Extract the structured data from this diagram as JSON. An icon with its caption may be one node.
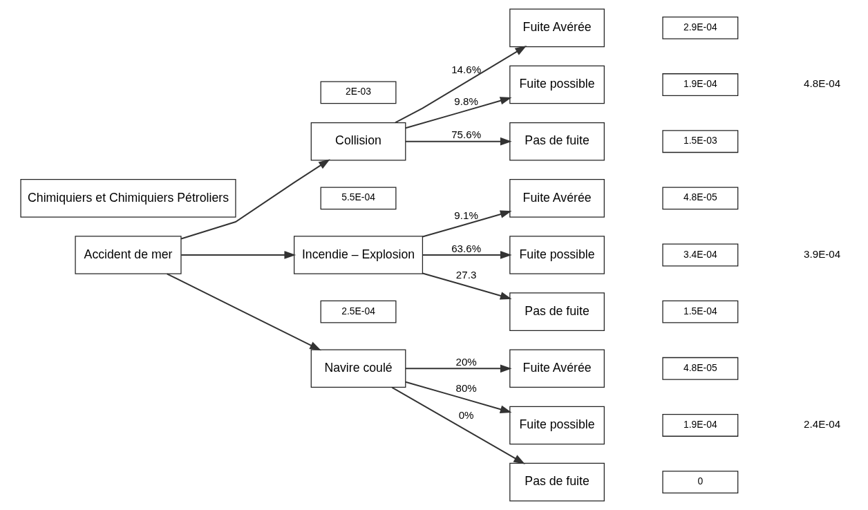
{
  "diagram": {
    "nodes": [
      {
        "text": [
          "Chimiquiers et Chimiquiers Pétroliers"
        ]
      },
      {
        "text": [
          "Accident de mer"
        ]
      },
      {
        "text": [
          "2E-03"
        ]
      },
      {
        "text": [
          "Collision"
        ]
      },
      {
        "text": [
          "5.5E-04"
        ]
      },
      {
        "text": [
          "Incendie – Explosion"
        ]
      },
      {
        "text": [
          "2.5E-04"
        ]
      },
      {
        "text": [
          "Navire coulé"
        ]
      },
      {
        "text": [
          "Fuite Avérée"
        ]
      },
      {
        "text": [
          "2.9E-04"
        ]
      },
      {
        "text": [
          "Fuite possible"
        ]
      },
      {
        "text": [
          "1.9E-04"
        ]
      },
      {
        "text": [
          "Pas de fuite"
        ]
      },
      {
        "text": [
          "1.5E-03"
        ]
      },
      {
        "text": [
          "Fuite Avérée"
        ]
      },
      {
        "text": [
          "4.8E-05"
        ]
      },
      {
        "text": [
          "Fuite possible"
        ]
      },
      {
        "text": [
          "3.4E-04"
        ]
      },
      {
        "text": [
          "Pas de fuite"
        ]
      },
      {
        "text": [
          "1.5E-04"
        ]
      },
      {
        "text": [
          "Fuite Avérée"
        ]
      },
      {
        "text": [
          "4.8E-05"
        ]
      },
      {
        "text": [
          "Fuite possible"
        ]
      },
      {
        "text": [
          "1.9E-04"
        ]
      },
      {
        "text": [
          "Pas de fuite"
        ]
      },
      {
        "text": [
          "0"
        ]
      }
    ],
    "edges": [
      {
        "from": 1,
        "to": 3,
        "arrow": "to"
      },
      {
        "from": 1,
        "to": 5,
        "arrow": "to"
      },
      {
        "from": 1,
        "to": 7,
        "arrow": "to"
      },
      {
        "from": 3,
        "to": 8,
        "arrow": "to",
        "label": "14.6%"
      },
      {
        "from": 3,
        "to": 10,
        "arrow": "to",
        "label": "9.8%"
      },
      {
        "from": 3,
        "to": 12,
        "arrow": "to",
        "label": "75.6%"
      },
      {
        "from": 5,
        "to": 14,
        "arrow": "to",
        "label": "9.1%"
      },
      {
        "from": 5,
        "to": 16,
        "arrow": "to",
        "label": "63.6%"
      },
      {
        "from": 5,
        "to": 18,
        "arrow": "to",
        "label": "27.3"
      },
      {
        "from": 7,
        "to": 20,
        "arrow": "to",
        "label": "20%"
      },
      {
        "from": 7,
        "to": 22,
        "arrow": "to",
        "label": "80%"
      },
      {
        "from": 7,
        "to": 24,
        "arrow": "to",
        "label": "0%"
      }
    ],
    "labels": [
      "4.8E-04",
      "3.9E-04",
      "2.4E-04"
    ]
  }
}
